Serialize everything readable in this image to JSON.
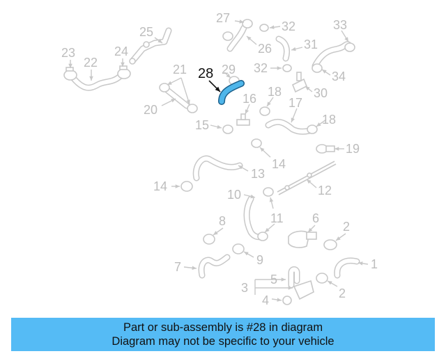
{
  "highlight_color": "#4fb6ea",
  "banner_color": "#55bbf5",
  "highlighted_part": "28",
  "callouts": [
    "1",
    "2",
    "2",
    "3",
    "4",
    "5",
    "6",
    "7",
    "8",
    "9",
    "10",
    "11",
    "12",
    "13",
    "14",
    "14",
    "15",
    "16",
    "17",
    "18",
    "18",
    "19",
    "20",
    "21",
    "22",
    "23",
    "24",
    "25",
    "26",
    "27",
    "28",
    "29",
    "30",
    "31",
    "32",
    "32",
    "33",
    "34"
  ],
  "banner": {
    "line1": "Part or sub-assembly is #28 in diagram",
    "line2": "Diagram may not be specific to your vehicle"
  }
}
